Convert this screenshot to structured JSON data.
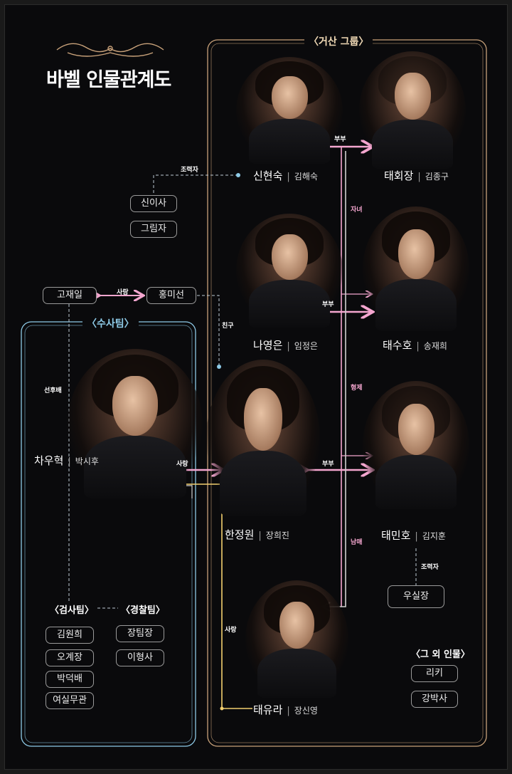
{
  "title": "바벨 인물관계도",
  "groups": {
    "geosan": "〈거산 그룹〉",
    "investigation": "〈수사팀〉",
    "prosecutors": "〈검사팀〉",
    "police": "〈경찰팀〉",
    "others": "〈그 외 인물〉"
  },
  "characters": {
    "shin_hyunsuk": {
      "name": "신현숙",
      "actor": "김해숙"
    },
    "tae_hoejang": {
      "name": "태회장",
      "actor": "김종구"
    },
    "na_youngeun": {
      "name": "나영은",
      "actor": "임정은"
    },
    "tae_suho": {
      "name": "태수호",
      "actor": "송재희"
    },
    "cha_woohyuk": {
      "name": "차우혁",
      "actor": "박시후"
    },
    "han_jungwon": {
      "name": "한정원",
      "actor": "장희진"
    },
    "tae_minho": {
      "name": "태민호",
      "actor": "김지훈"
    },
    "tae_yura": {
      "name": "태유라",
      "actor": "장신영"
    }
  },
  "boxes": {
    "shin_isa": "신이사",
    "geurimja": "그림자",
    "go_jaeil": "고재일",
    "hong_misun": "홍미선",
    "woo_siljang": "우실장",
    "kim_wonhee": "김원희",
    "oh_gyejang": "오계장",
    "park_deokbae": "박덕배",
    "yeo_silmugwan": "여실무관",
    "jang_timjang": "장팀장",
    "lee_hyeongsa": "이형사",
    "ricky": "리키",
    "gang_baksa": "강박사"
  },
  "relations": {
    "helper_top": "조력자",
    "couple_top": "부부",
    "children": "자녀",
    "love_go_hong": "사랑",
    "couple_mid": "부부",
    "friend": "친구",
    "brothers": "형제",
    "senior_junior": "선후배",
    "love_cha_han": "사랑",
    "couple_bottom": "부부",
    "siblings": "남매",
    "helper_bottom": "조력자",
    "love_yura": "사랑"
  },
  "colors": {
    "geosan_border": "#c9a27a",
    "investigation_border": "#8ecbe8",
    "pink": "#f4a6cf",
    "yellow": "#f2cf6e",
    "dashed": "#bfcad4"
  }
}
